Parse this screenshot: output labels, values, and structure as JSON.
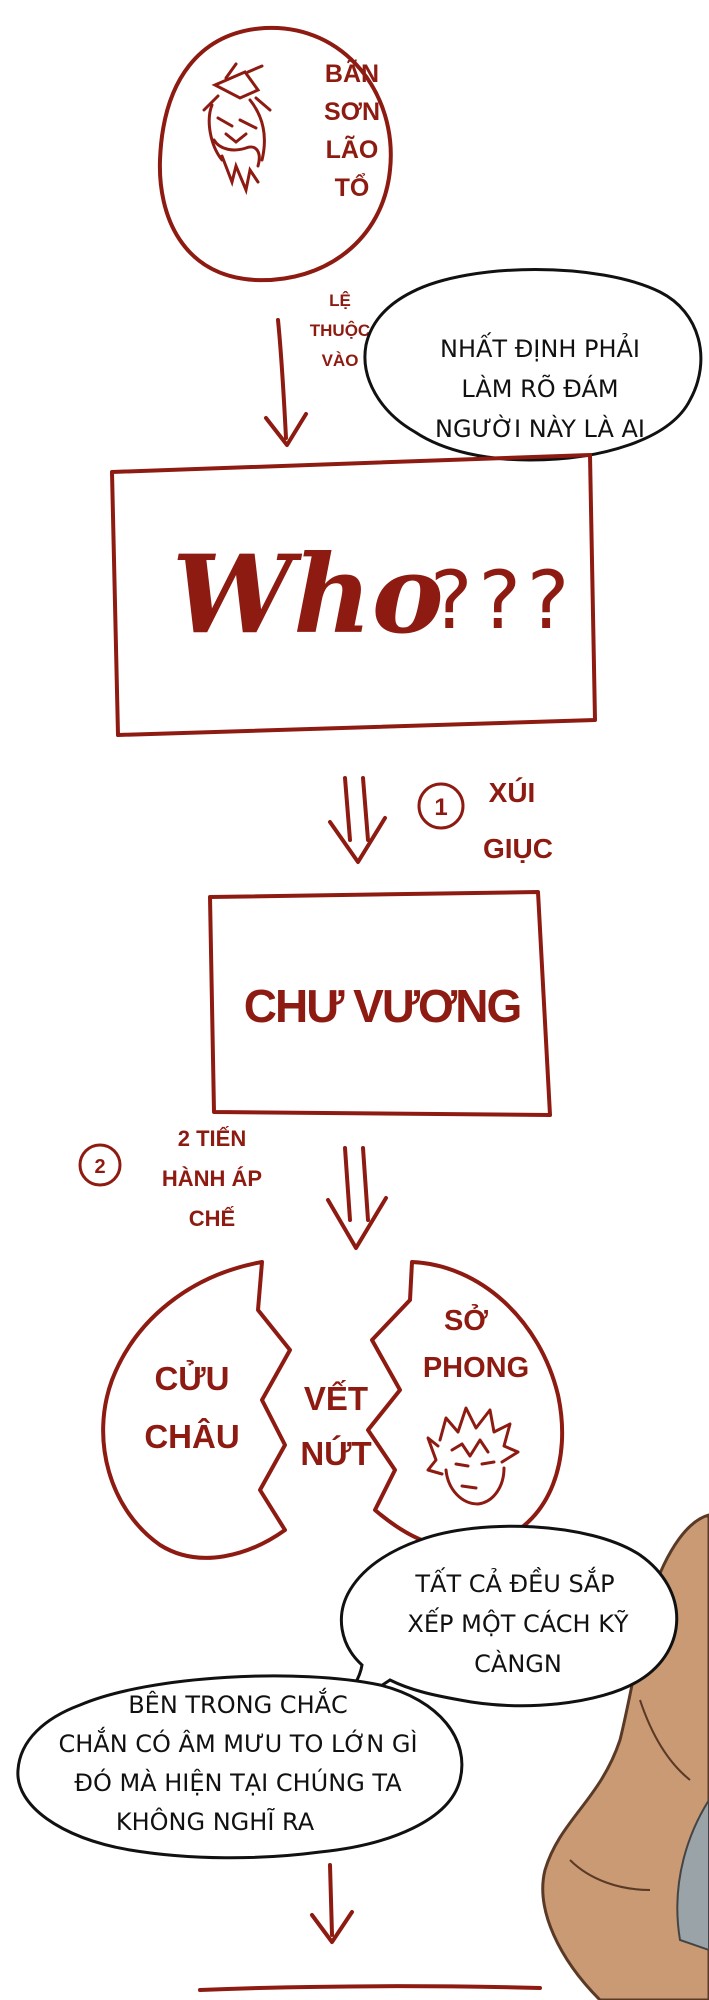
{
  "nodes": {
    "ancestor": {
      "lines": [
        "BÃN",
        "SƠN",
        "LÃO",
        "TỔ"
      ]
    },
    "who": {
      "text": "Who",
      "marks": "???"
    },
    "chu_vuong": {
      "text": "CHƯ VƯƠNG"
    },
    "cuu_chau": {
      "lines": [
        "CỬU",
        "CHÂU"
      ]
    },
    "vet_nut": {
      "lines": [
        "VẾT",
        "NỨT"
      ]
    },
    "so_phong": {
      "lines": [
        "SỞ",
        "PHONG"
      ]
    }
  },
  "edges": {
    "depends": {
      "lines": [
        "LỆ",
        "THUỘC",
        "VÀO"
      ]
    },
    "instigate": {
      "number": "1",
      "lines": [
        "XÚI",
        "GIỤC"
      ]
    },
    "suppress": {
      "number": "2",
      "lines": [
        "2 TIẾN",
        "HÀNH ÁP",
        "CHẾ"
      ]
    }
  },
  "bubbles": {
    "top": {
      "lines": [
        "NHẤT ĐỊNH PHẢI",
        "LÀM RÕ ĐÁM",
        "NGƯỜI NÀY LÀ AI"
      ]
    },
    "middle": {
      "lines": [
        "TẤT CẢ ĐỀU SẮP",
        "XẾP MỘT CÁCH KỸ",
        "CÀNGN"
      ]
    },
    "bottom": {
      "lines": [
        "BÊN TRONG CHẮC",
        "CHẮN CÓ ÂM MƯU TO LỚN GÌ",
        "ĐÓ MÀ HIỆN TẠI CHÚNG TA",
        "KHÔNG NGHĨ RA"
      ]
    }
  },
  "colors": {
    "ink_red": "#8e1b12",
    "ink_black": "#111111",
    "skin": "#c99a73"
  },
  "icons": {
    "ancestor_portrait": "bearded-face-icon",
    "so_phong_portrait": "spiky-hair-face-icon"
  }
}
